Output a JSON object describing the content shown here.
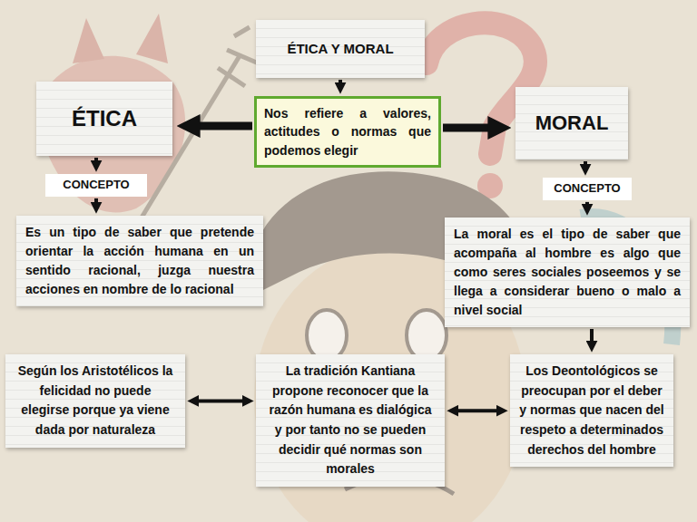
{
  "diagram": {
    "nodes": [
      {
        "text": [
          "ÉTICA Y MORAL"
        ]
      },
      {
        "text": [
          "ÉTICA"
        ]
      },
      {
        "text": [
          "Nos refiere a valores, actitudes o normas que podemos elegir"
        ]
      },
      {
        "text": [
          "MORAL"
        ]
      },
      {
        "text": [
          "CONCEPTO"
        ]
      },
      {
        "text": [
          "CONCEPTO"
        ]
      },
      {
        "text": [
          "Es un tipo de saber que pretende orientar la acción humana en un sentido racional, juzga nuestra acciones en nombre de lo racional"
        ]
      },
      {
        "text": [
          "La moral es el tipo de saber que acompaña al hombre es algo que como seres sociales poseemos y se llega a considerar bueno o malo a nivel social"
        ]
      },
      {
        "text": [
          "Según los Aristotélicos la felicidad no puede elegirse porque ya viene dada por naturaleza"
        ]
      },
      {
        "text": [
          "La tradición Kantiana propone reconocer que la razón humana es dialógica y por tanto no se pueden decidir qué normas son morales"
        ]
      },
      {
        "text": [
          "Los Deontológicos se preocupan por el deber y normas que nacen del respeto a determinados derechos del hombre"
        ]
      }
    ],
    "edges": [
      {
        "from": 0,
        "to": 2,
        "arrow": "to"
      },
      {
        "from": 2,
        "to": 1,
        "arrow": "to"
      },
      {
        "from": 2,
        "to": 3,
        "arrow": "to"
      },
      {
        "from": 1,
        "to": 4,
        "arrow": "to"
      },
      {
        "from": 3,
        "to": 5,
        "arrow": "to"
      },
      {
        "from": 4,
        "to": 6,
        "arrow": "to"
      },
      {
        "from": 5,
        "to": 7,
        "arrow": "to"
      },
      {
        "from": 7,
        "to": 10,
        "arrow": "to"
      },
      {
        "from": 8,
        "to": 9,
        "arrow": "both"
      },
      {
        "from": 9,
        "to": 10,
        "arrow": "both"
      }
    ]
  }
}
